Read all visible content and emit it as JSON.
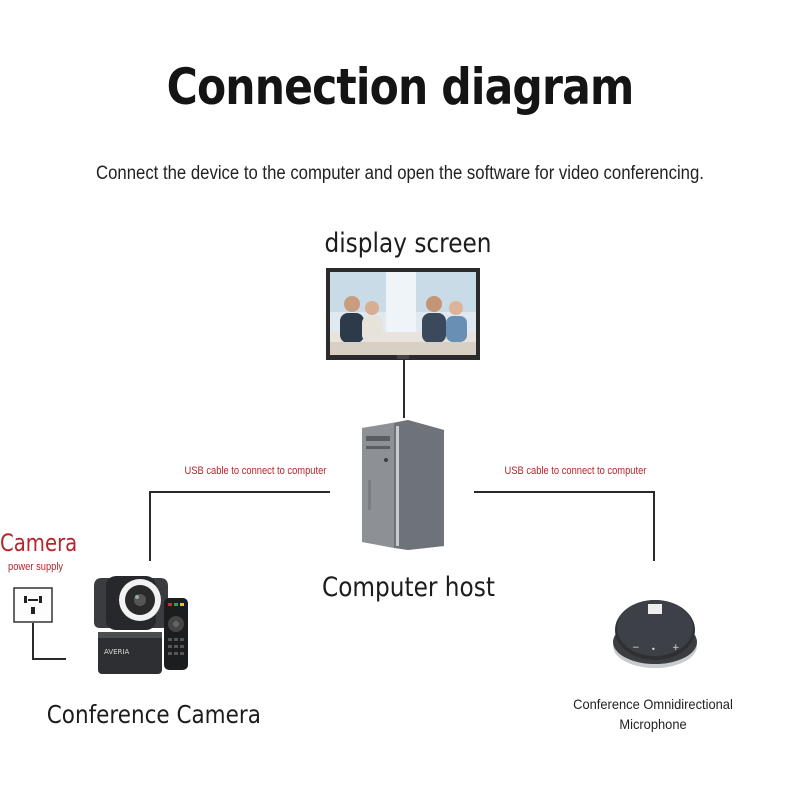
{
  "title": "Connection diagram",
  "subtitle": "Connect the device to the computer and open the software for video conferencing.",
  "display": {
    "label": "display screen"
  },
  "host": {
    "label": "Computer host"
  },
  "connections": {
    "left_usb": "USB cable to connect to computer",
    "right_usb": "USB cable to connect to computer"
  },
  "camera": {
    "power_title": "Camera",
    "power_sub": "power supply",
    "label": "Conference Camera",
    "brand": "AVERIA"
  },
  "microphone": {
    "label_line1": "Conference Omnidirectional",
    "label_line2": "Microphone"
  },
  "colors": {
    "accent_red": "#b3262b",
    "wire": "#2a2a2a",
    "text": "#1a1a1a"
  }
}
